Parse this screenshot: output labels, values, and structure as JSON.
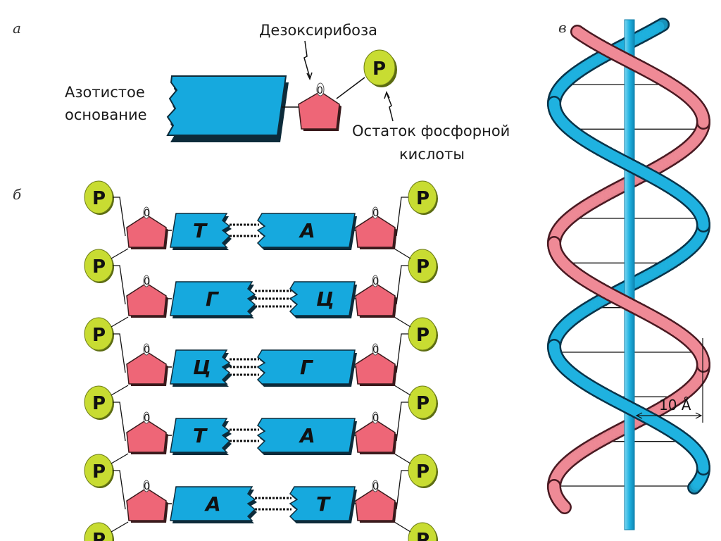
{
  "panels": {
    "a": {
      "letter": "а",
      "labels": {
        "nitrogenous_base_line1": "Азотистое",
        "nitrogenous_base_line2": "основание",
        "deoxyribose": "Дезоксирибоза",
        "phosphate_residue_line1": "Остаток фосфорной",
        "phosphate_residue_line2": "кислоты"
      },
      "sugar_oxygen": "0",
      "phosphate_symbol": "P"
    },
    "b": {
      "letter": "б",
      "phosphate_symbol": "P",
      "sugar_oxygen": "0",
      "pairs": [
        {
          "left": "Т",
          "right": "А",
          "hbonds": 2
        },
        {
          "left": "Г",
          "right": "Ц",
          "hbonds": 3
        },
        {
          "left": "Ц",
          "right": "Г",
          "hbonds": 3
        },
        {
          "left": "Т",
          "right": "А",
          "hbonds": 2
        },
        {
          "left": "А",
          "right": "Т",
          "hbonds": 2
        }
      ]
    },
    "c": {
      "letter": "в",
      "dimension_label": "10 Å",
      "rungs": 10
    }
  },
  "colors": {
    "base_fill": "#16a9de",
    "base_edge": "#0d2b3a",
    "sugar_fill": "#ee6677",
    "phosphate_fill": "#c8dc32",
    "strand_blue": "#1fb2e0",
    "strand_pink": "#ef8a96",
    "axis": "#33b9e3"
  }
}
